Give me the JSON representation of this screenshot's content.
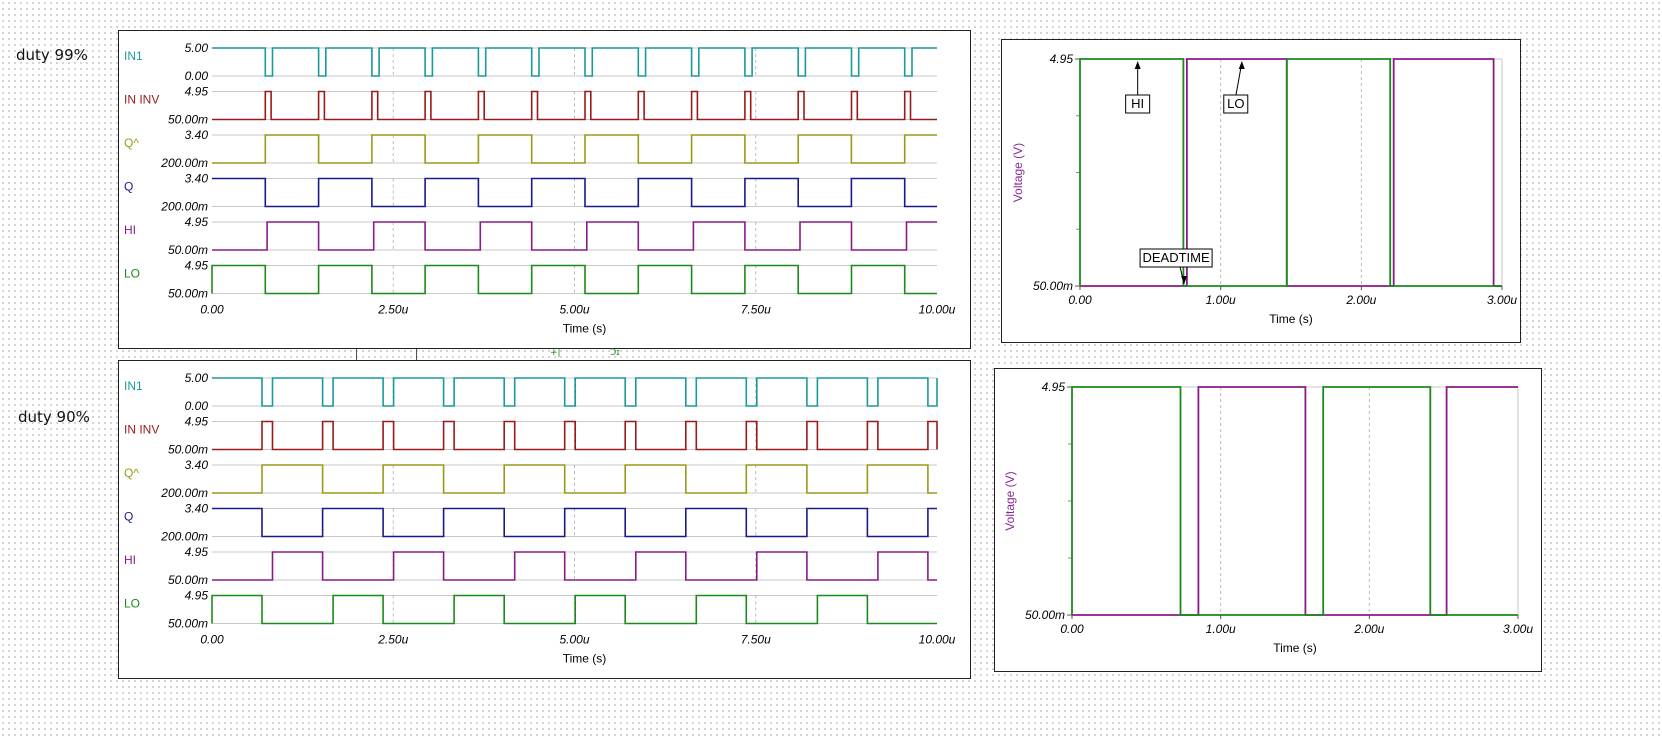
{
  "labels": {
    "duty_top": "duty 99%",
    "duty_bottom": "duty 90%"
  },
  "colors": {
    "IN1": "#1a9a9a",
    "IN_INV": "#9a1a1a",
    "QBAR": "#9a9a1a",
    "Q": "#1a1a8a",
    "HI": "#8a1a8a",
    "LO": "#1a8a1a",
    "ylabel": "#8a2a9a",
    "grid": "#c8c8c8"
  },
  "chart_data": [
    {
      "type": "line",
      "subtype": "digital-waveform-stack",
      "panel_label": "duty 99%",
      "xlabel": "Time (s)",
      "x_ticks": [
        "0.00",
        "2.50u",
        "5.00u",
        "7.50u",
        "10.00u"
      ],
      "xlim": [
        0,
        10
      ],
      "x_unit": "u",
      "series": [
        {
          "name": "IN1",
          "color_key": "IN1",
          "y_top": "5.00",
          "y_bot": "0.00",
          "kind": "pulse_low",
          "period": 0.735,
          "start": 0.735,
          "width": 0.1,
          "until": 10,
          "initial": 1
        },
        {
          "name": "IN INV",
          "color_key": "IN_INV",
          "y_top": "4.95",
          "y_bot": "50.00m",
          "kind": "pulse_high",
          "period": 0.735,
          "start": 0.735,
          "width": 0.08,
          "until": 10,
          "initial": 0
        },
        {
          "name": "Q^",
          "color_key": "QBAR",
          "y_top": "3.40",
          "y_bot": "200.00m",
          "kind": "square",
          "period": 1.47,
          "start": 0.735,
          "high_duration": 0.735,
          "until": 10,
          "initial": 0
        },
        {
          "name": "Q",
          "color_key": "Q",
          "y_top": "3.40",
          "y_bot": "200.00m",
          "kind": "square",
          "period": 1.47,
          "start": 0.735,
          "high_duration": 0.735,
          "until": 10,
          "initial": 1
        },
        {
          "name": "HI",
          "color_key": "HI",
          "y_top": "4.95",
          "y_bot": "50.00m",
          "kind": "square",
          "period": 1.47,
          "start": 0.76,
          "high_duration": 0.71,
          "until": 10,
          "initial": 0
        },
        {
          "name": "LO",
          "color_key": "LO",
          "y_top": "4.95",
          "y_bot": "50.00m",
          "kind": "square",
          "period": 1.47,
          "start": 0.0,
          "high_duration": 0.735,
          "until": 10,
          "initial": 0
        }
      ]
    },
    {
      "type": "line",
      "subtype": "digital-waveform-stack",
      "panel_label": "duty 90%",
      "xlabel": "Time (s)",
      "x_ticks": [
        "0.00",
        "2.50u",
        "5.00u",
        "7.50u",
        "10.00u"
      ],
      "xlim": [
        0,
        10
      ],
      "x_unit": "u",
      "series": [
        {
          "name": "IN1",
          "color_key": "IN1",
          "y_top": "5.00",
          "y_bot": "0.00",
          "kind": "pulse_low",
          "period": 0.835,
          "start": 0.69,
          "width": 0.145,
          "until": 10,
          "initial": 1
        },
        {
          "name": "IN INV",
          "color_key": "IN_INV",
          "y_top": "4.95",
          "y_bot": "50.00m",
          "kind": "pulse_high",
          "period": 0.835,
          "start": 0.69,
          "width": 0.145,
          "until": 10,
          "initial": 0
        },
        {
          "name": "Q^",
          "color_key": "QBAR",
          "y_top": "3.40",
          "y_bot": "200.00m",
          "kind": "square",
          "period": 1.67,
          "start": 0.69,
          "high_duration": 0.835,
          "until": 10,
          "initial": 0
        },
        {
          "name": "Q",
          "color_key": "Q",
          "y_top": "3.40",
          "y_bot": "200.00m",
          "kind": "square",
          "period": 1.67,
          "start": 0.69,
          "high_duration": 0.835,
          "until": 10,
          "initial": 1
        },
        {
          "name": "HI",
          "color_key": "HI",
          "y_top": "4.95",
          "y_bot": "50.00m",
          "kind": "square",
          "period": 1.67,
          "start": 0.835,
          "high_duration": 0.69,
          "until": 10,
          "initial": 0
        },
        {
          "name": "LO",
          "color_key": "LO",
          "y_top": "4.95",
          "y_bot": "50.00m",
          "kind": "square",
          "period": 1.67,
          "start": 0.0,
          "high_duration": 0.69,
          "until": 10,
          "initial": 0
        }
      ]
    },
    {
      "type": "line",
      "subtype": "digital-waveform-overlay",
      "xlabel": "Time (s)",
      "ylabel": "Voltage (V)",
      "x_ticks": [
        "0.00",
        "1.00u",
        "2.00u",
        "3.00u"
      ],
      "y_ticks": [
        "4.95",
        "50.00m"
      ],
      "xlim": [
        0,
        3
      ],
      "ylim": [
        0.05,
        4.95
      ],
      "series": [
        {
          "name": "HI",
          "color_key": "HI",
          "edges": [
            [
              0,
              0.05
            ],
            [
              0.76,
              0.05
            ],
            [
              0.76,
              4.95
            ],
            [
              1.47,
              4.95
            ],
            [
              1.47,
              0.05
            ],
            [
              2.23,
              0.05
            ],
            [
              2.23,
              4.95
            ],
            [
              2.94,
              4.95
            ],
            [
              2.94,
              0.05
            ],
            [
              3.0,
              0.05
            ]
          ]
        },
        {
          "name": "LO",
          "color_key": "LO",
          "edges": [
            [
              0,
              0.05
            ],
            [
              0.0,
              4.95
            ],
            [
              0.735,
              4.95
            ],
            [
              0.735,
              0.05
            ],
            [
              1.47,
              0.05
            ],
            [
              1.47,
              4.95
            ],
            [
              2.205,
              4.95
            ],
            [
              2.205,
              0.05
            ],
            [
              3.0,
              0.05
            ]
          ]
        }
      ],
      "annotations": [
        {
          "text": "HI",
          "target_x": 0.41,
          "target_y": 4.95
        },
        {
          "text": "LO",
          "target_x": 1.15,
          "target_y": 4.95
        },
        {
          "text": "DEADTIME",
          "target_x": 0.74,
          "target_y": 0.05
        }
      ]
    },
    {
      "type": "line",
      "subtype": "digital-waveform-overlay",
      "xlabel": "Time (s)",
      "ylabel": "Voltage (V)",
      "x_ticks": [
        "0.00",
        "1.00u",
        "2.00u",
        "3.00u"
      ],
      "y_ticks": [
        "4.95",
        "50.00m"
      ],
      "xlim": [
        0,
        3
      ],
      "ylim": [
        0.05,
        4.95
      ],
      "series": [
        {
          "name": "HI",
          "color_key": "HI",
          "edges": [
            [
              0,
              0.05
            ],
            [
              0.85,
              0.05
            ],
            [
              0.85,
              4.95
            ],
            [
              1.57,
              4.95
            ],
            [
              1.57,
              0.05
            ],
            [
              2.52,
              0.05
            ],
            [
              2.52,
              4.95
            ],
            [
              3.0,
              4.95
            ]
          ]
        },
        {
          "name": "LO",
          "color_key": "LO",
          "edges": [
            [
              0,
              0.05
            ],
            [
              0.0,
              4.95
            ],
            [
              0.73,
              4.95
            ],
            [
              0.73,
              0.05
            ],
            [
              1.69,
              0.05
            ],
            [
              1.69,
              4.95
            ],
            [
              2.41,
              4.95
            ],
            [
              2.41,
              0.05
            ],
            [
              3.0,
              0.05
            ]
          ]
        }
      ],
      "annotations": []
    }
  ]
}
